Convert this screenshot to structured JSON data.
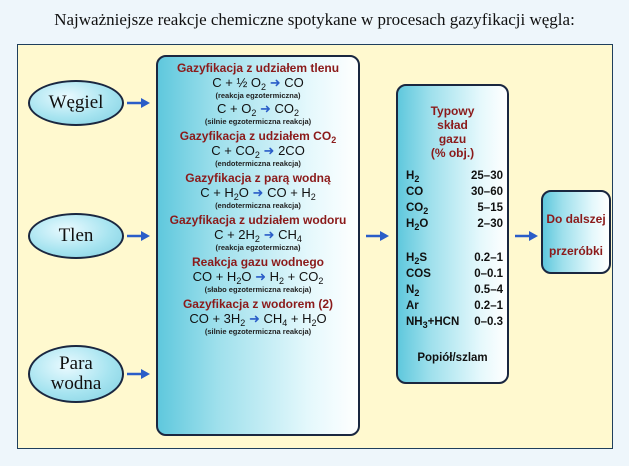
{
  "title": "Najważniejsze reakcje chemiczne spotykane w procesach gazyfikacji węgla:",
  "inputs": [
    "Węgiel",
    "Tlen",
    "Para",
    "wodna"
  ],
  "sections": [
    {
      "heading": "Gazyfikacja z udziałem tlenu"
    },
    {
      "heading": "Gazyfikacja z udziałem CO",
      "heading_sub": "2"
    },
    {
      "heading": "Gazyfikacja z parą wodną"
    },
    {
      "heading": "Gazyfikacja z udziałem wodoru"
    },
    {
      "heading": "Reakcja gazu wodnego"
    },
    {
      "heading": "Gazyfikacja z wodorem (2)"
    }
  ],
  "reactions": [
    {
      "lhs": "C + ½ O",
      "lhs_sub": "2",
      "rhs": "CO",
      "note": "(reakcja egzotermiczna)"
    },
    {
      "lhs": "C + O",
      "lhs_sub": "2",
      "rhs": "CO",
      "rhs_sub": "2",
      "note": "(silnie egzotermiczna reakcja)"
    },
    {
      "lhs": "C + CO",
      "lhs_sub": "2",
      "rhs": "2CO",
      "note": "(endotermiczna reakcja)"
    },
    {
      "lhs_a": "C + H",
      "lhs_sub": "2",
      "lhs_b": "O",
      "rhs_a": "CO + H",
      "rhs_sub": "2",
      "note": "(endotermiczna reakcja)"
    },
    {
      "lhs": "C + 2H",
      "lhs_sub": "2",
      "rhs": "CH",
      "rhs_sub": "4",
      "note": "(reakcja egzotermiczna)"
    },
    {
      "lhs_a": "CO + H",
      "lhs_sub": "2",
      "lhs_b": "O",
      "rhs_a": "H",
      "rhs_sub": "2",
      "rhs_b": " + CO",
      "rhs_sub2": "2",
      "note": "(słabo egzotermiczna reakcja)"
    },
    {
      "lhs_a": "CO + 3H",
      "lhs_sub": "2",
      "rhs_a": "CH",
      "rhs_sub": "4",
      "rhs_b": " + H",
      "rhs_sub2": "2",
      "rhs_c": "O",
      "note": "(silnie egzotermiczna reakcja)"
    }
  ],
  "gas": {
    "heading": [
      "Typowy",
      "skład",
      "gazu",
      "(% obj.)"
    ],
    "rows": [
      {
        "name": "H",
        "sub": "2",
        "value": "25–30"
      },
      {
        "name": "CO",
        "sub": "",
        "value": "30–60"
      },
      {
        "name": "CO",
        "sub": "2",
        "value": "5–15"
      },
      {
        "name": "H",
        "sub": "2",
        "name_b": "O",
        "value": "2–30"
      },
      {
        "name": "H",
        "sub": "2",
        "name_b": "S",
        "value": "0.2–1"
      },
      {
        "name": "COS",
        "sub": "",
        "value": "0–0.1"
      },
      {
        "name": "N",
        "sub": "2",
        "value": "0.5–4"
      },
      {
        "name": "Ar",
        "sub": "",
        "value": "0.2–1"
      },
      {
        "name": "NH",
        "sub": "3",
        "name_b": "+HCN",
        "value": "0–0.3"
      }
    ],
    "footer": "Popiół/szlam"
  },
  "output": [
    "Do dalszej",
    "przeróbki"
  ],
  "colors": {
    "background": "#eef6fb",
    "panel": "#fff9cf",
    "heading": "#8b1a1a",
    "arrow": "#2a5dc8",
    "border": "#1a2740"
  }
}
